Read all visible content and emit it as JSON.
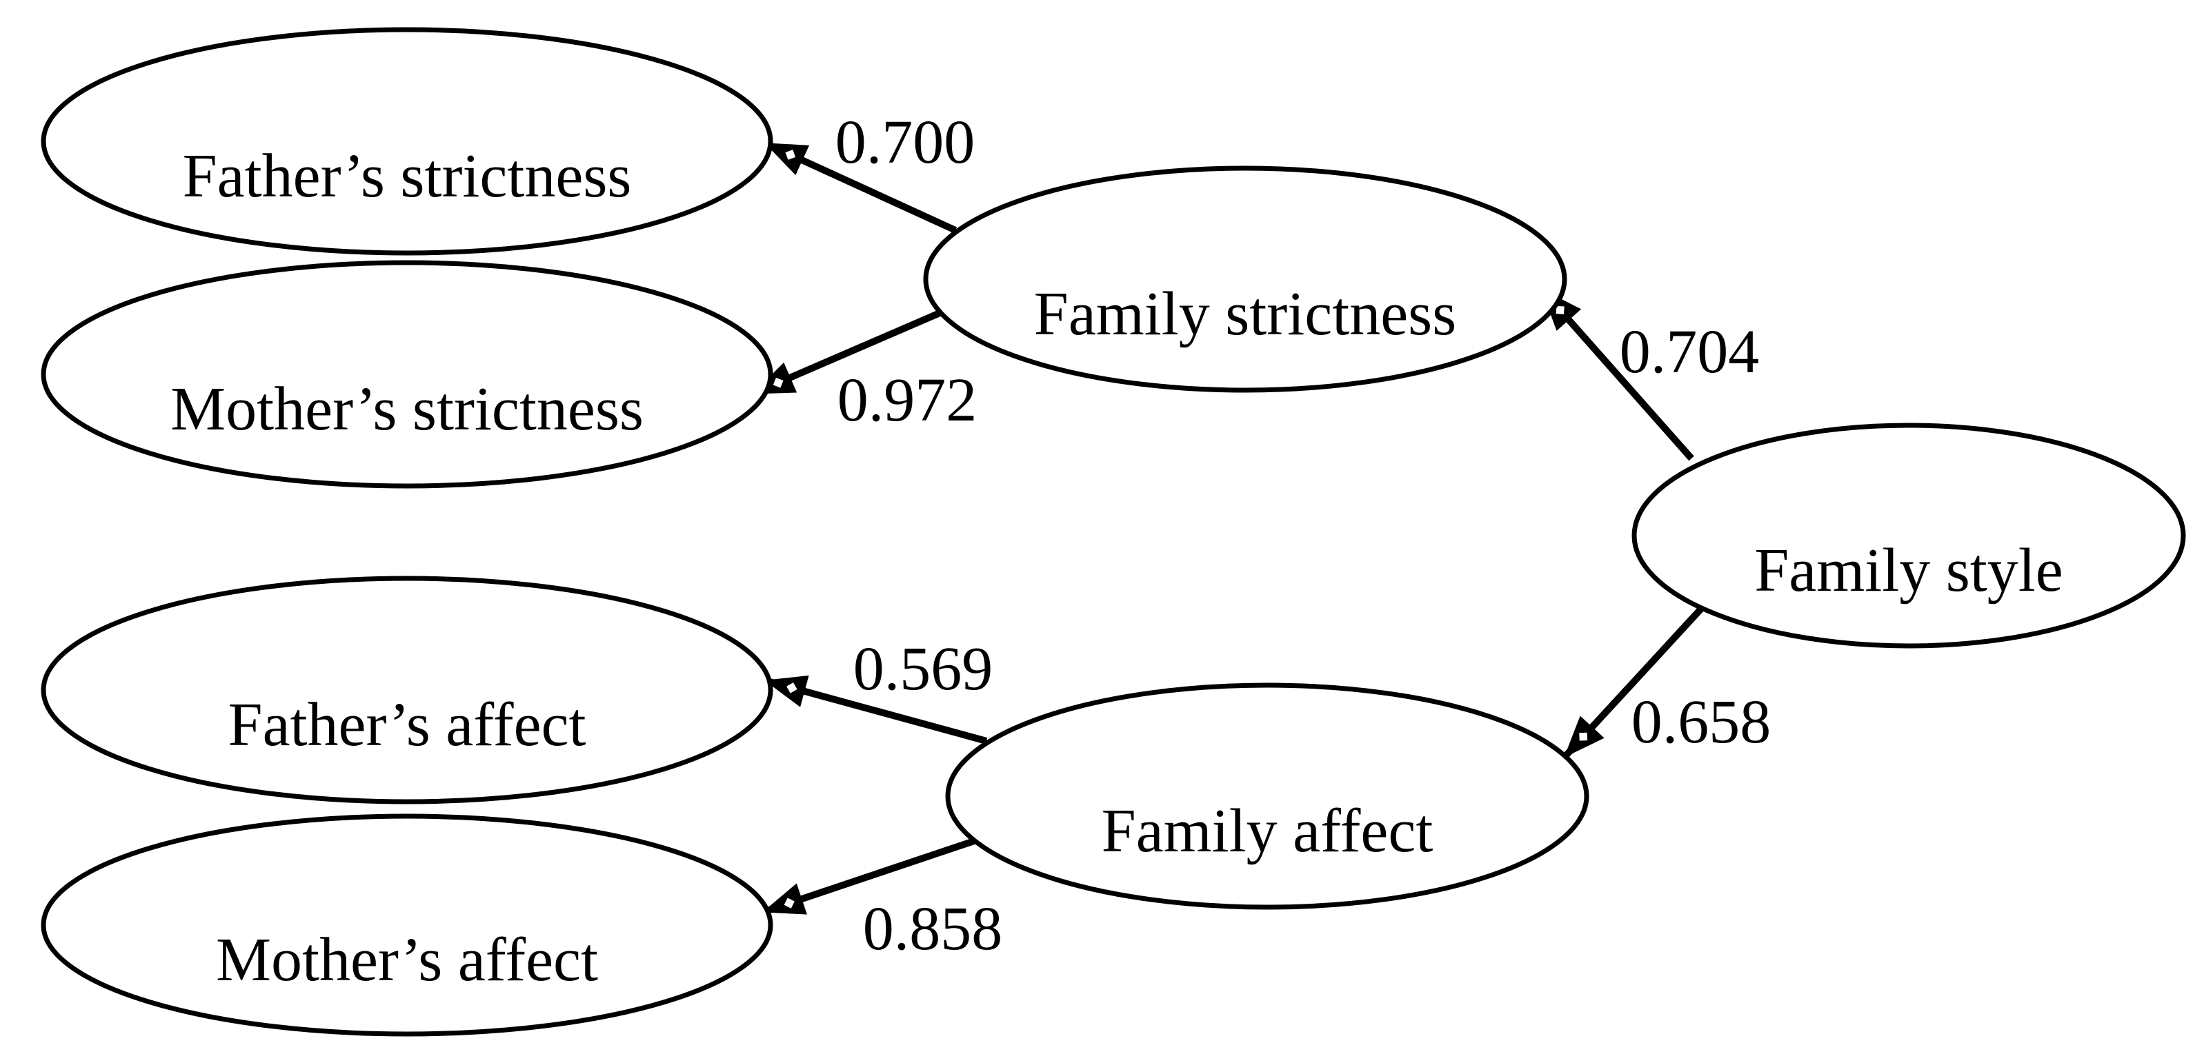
{
  "diagram": {
    "kind": "structural-equation-model-path-diagram",
    "colors": {
      "stroke": "#000000",
      "background": "#ffffff",
      "text": "#000000"
    },
    "nodes": [
      {
        "id": "father-strictness",
        "label": "Father’s strictness"
      },
      {
        "id": "mother-strictness",
        "label": "Mother’s strictness"
      },
      {
        "id": "father-affect",
        "label": "Father’s affect"
      },
      {
        "id": "mother-affect",
        "label": "Mother’s affect"
      },
      {
        "id": "family-strictness",
        "label": "Family strictness"
      },
      {
        "id": "family-affect",
        "label": "Family affect"
      },
      {
        "id": "family-style",
        "label": "Family style"
      }
    ],
    "edges": [
      {
        "from": "family-strictness",
        "to": "father-strictness",
        "weight": "0.700"
      },
      {
        "from": "family-strictness",
        "to": "mother-strictness",
        "weight": "0.972"
      },
      {
        "from": "family-style",
        "to": "family-strictness",
        "weight": "0.704"
      },
      {
        "from": "family-style",
        "to": "family-affect",
        "weight": "0.658"
      },
      {
        "from": "family-affect",
        "to": "father-affect",
        "weight": "0.569"
      },
      {
        "from": "family-affect",
        "to": "mother-affect",
        "weight": "0.858"
      }
    ]
  }
}
